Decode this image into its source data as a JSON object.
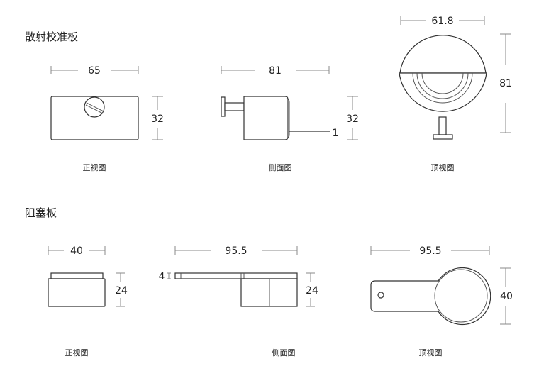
{
  "sections": [
    {
      "title": "散射校准板",
      "front": {
        "caption": "正视图",
        "width": "65",
        "height": "32"
      },
      "side": {
        "caption": "侧面图",
        "width": "81",
        "height": "32",
        "wire": "1"
      },
      "top": {
        "caption": "顶视图",
        "width": "61.8",
        "height": "81"
      }
    },
    {
      "title": "阻塞板",
      "front": {
        "caption": "正视图",
        "width": "40",
        "height": "24"
      },
      "side": {
        "caption": "侧面图",
        "width": "95.5",
        "height": "24",
        "plate": "4"
      },
      "top": {
        "caption": "顶视图",
        "width": "95.5",
        "height": "40"
      }
    }
  ]
}
